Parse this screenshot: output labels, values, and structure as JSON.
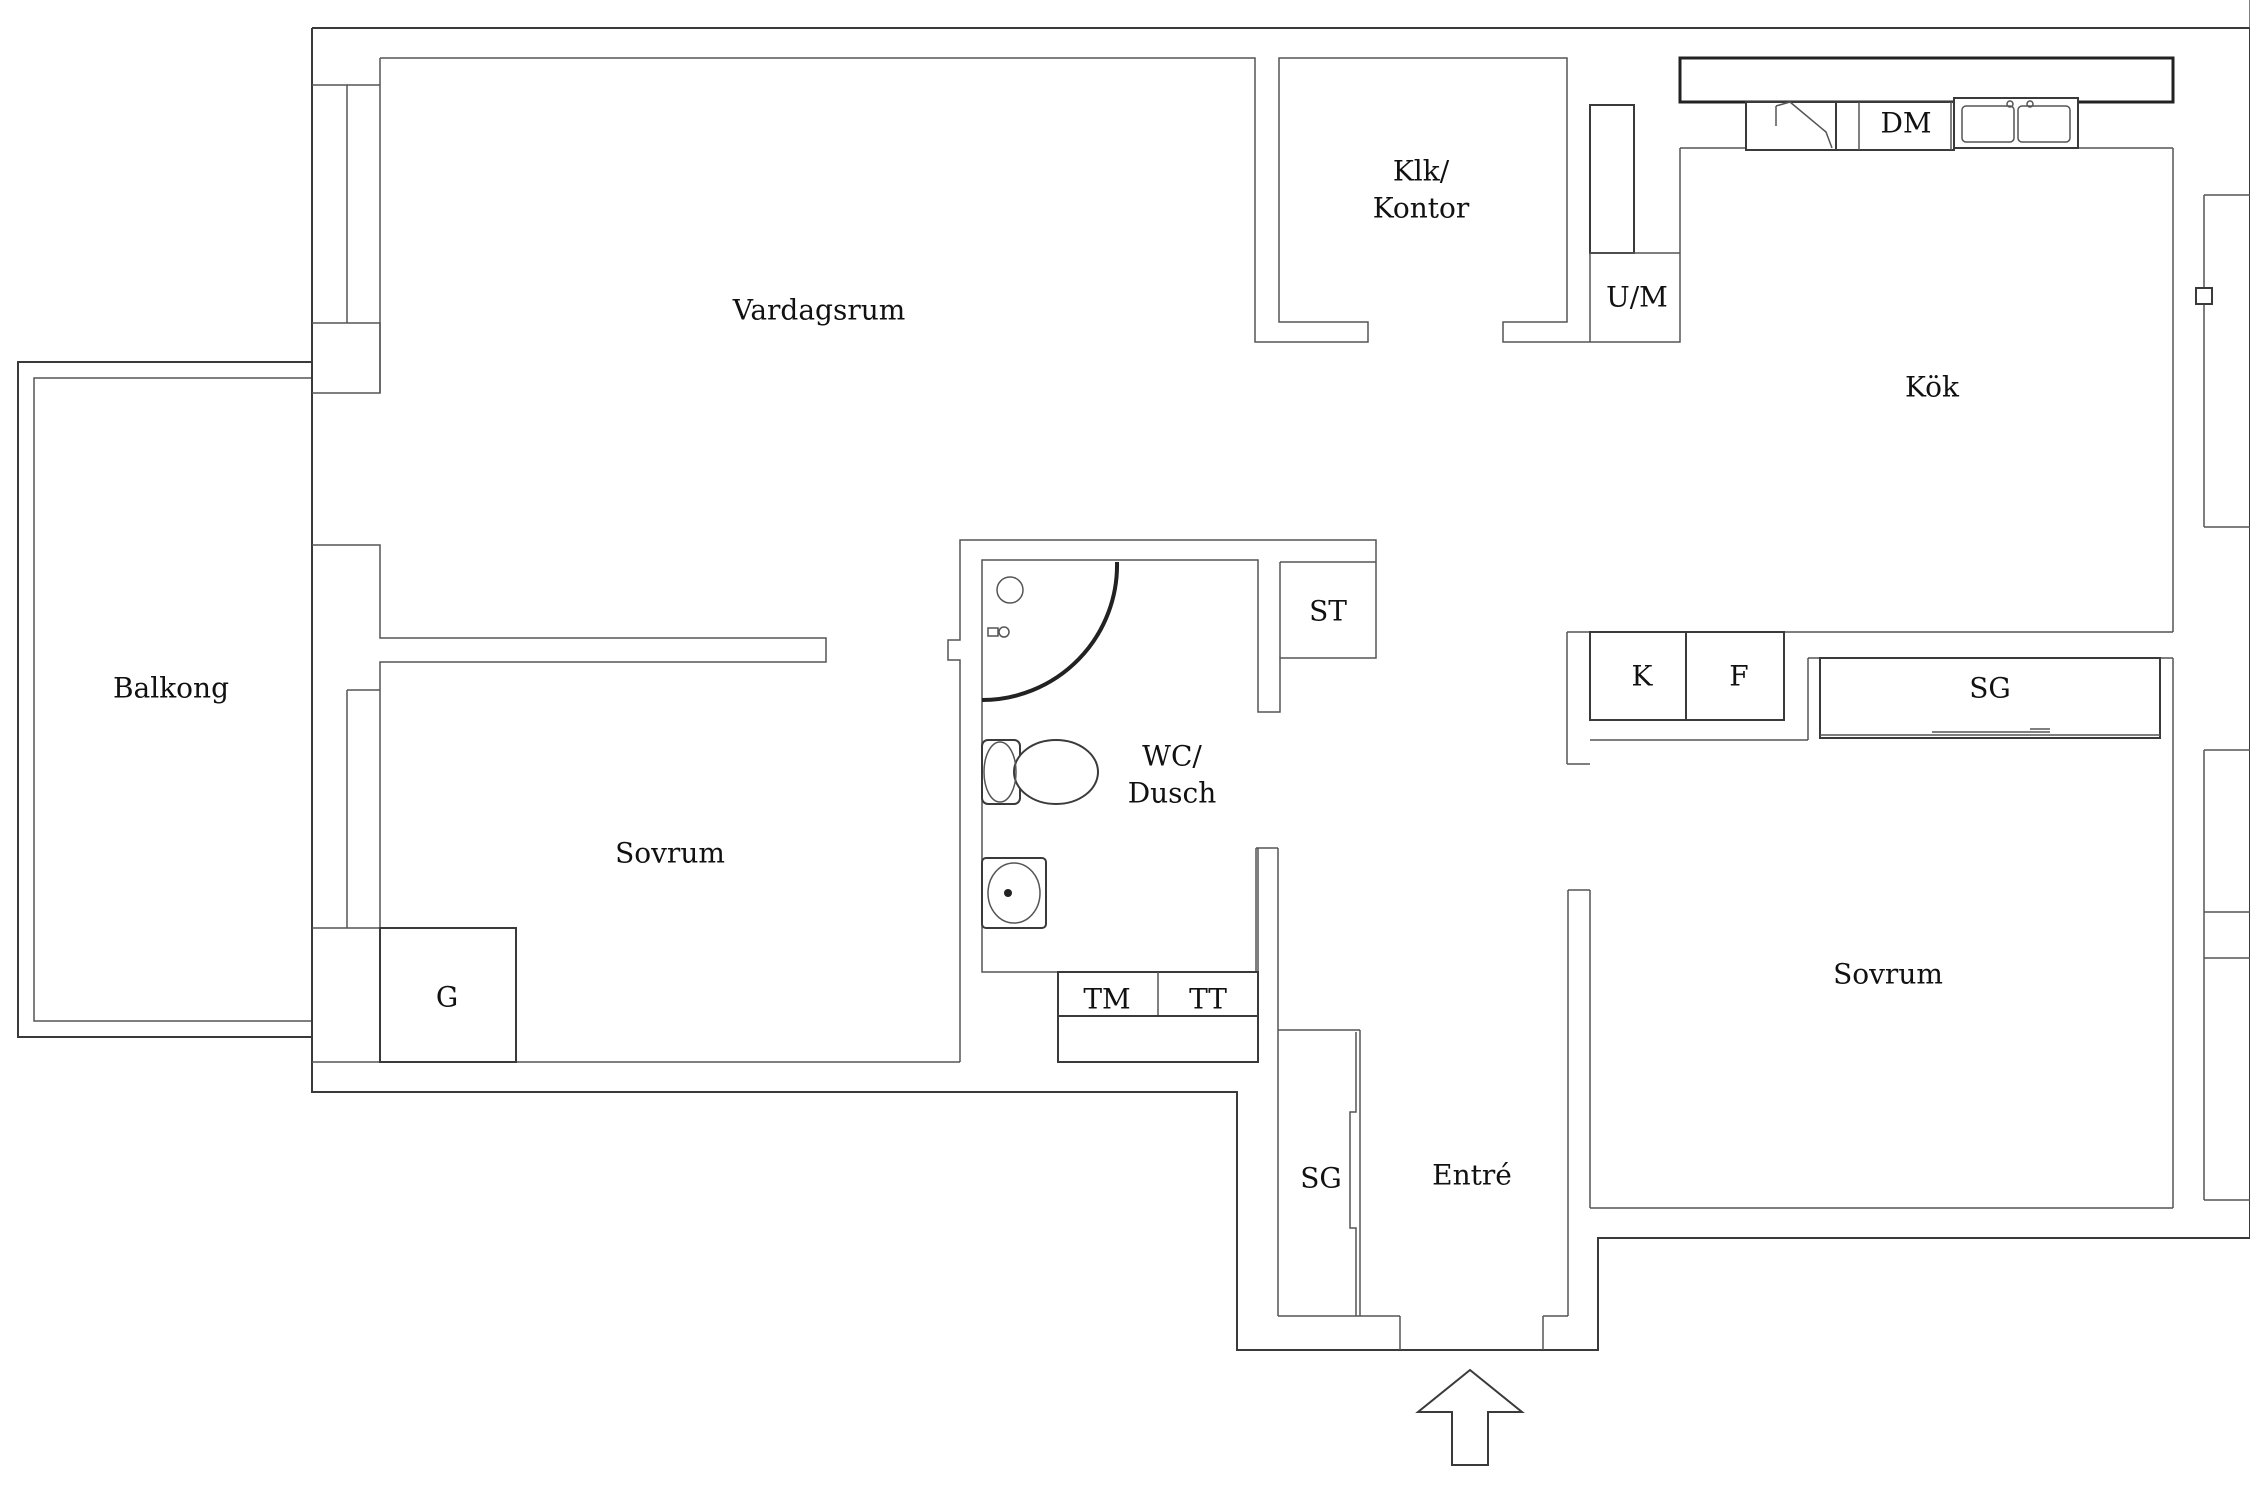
{
  "rooms": {
    "vardagsrum": "Vardagsrum",
    "klk_line1": "Klk/",
    "klk_line2": "Kontor",
    "kok": "Kök",
    "balkong": "Balkong",
    "sovrum_left": "Sovrum",
    "wc_line1": "WC/",
    "wc_line2": "Dusch",
    "sovrum_right": "Sovrum",
    "entre": "Entré"
  },
  "fixtures": {
    "dm": "DM",
    "um": "U/M",
    "st": "ST",
    "k": "K",
    "f": "F",
    "sg_kitchen": "SG",
    "g": "G",
    "tm": "TM",
    "tt": "TT",
    "sg_entre": "SG"
  },
  "icons": {
    "entrance": "entrance-arrow-icon",
    "sink": "kitchen-sink-icon",
    "toilet": "toilet-icon",
    "washbasin": "washbasin-icon",
    "shower": "shower-icon"
  }
}
